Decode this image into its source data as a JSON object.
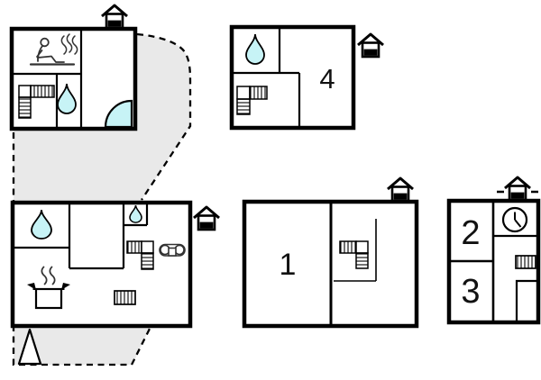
{
  "palette": {
    "background": "#ffffff",
    "line": "#000000",
    "water_fill": "#c7f3f6",
    "plot_fill": "#e9e9e9"
  },
  "units": {
    "unit1": "1",
    "unit2": "2",
    "unit3": "3",
    "unit4": "4"
  },
  "icons": {
    "house": "house-marker-icon",
    "house_dashed": "house-marker-dashed-icon",
    "water_drop": "water-drop-icon",
    "stairs": "stairs-icon",
    "sauna": "sauna-icon",
    "corner_shower": "corner-shower-icon",
    "sofa": "sofa-icon",
    "stove": "stove-pot-icon",
    "radiator": "radiator-icon",
    "clock": "clock-icon",
    "tree": "tree-icon"
  }
}
